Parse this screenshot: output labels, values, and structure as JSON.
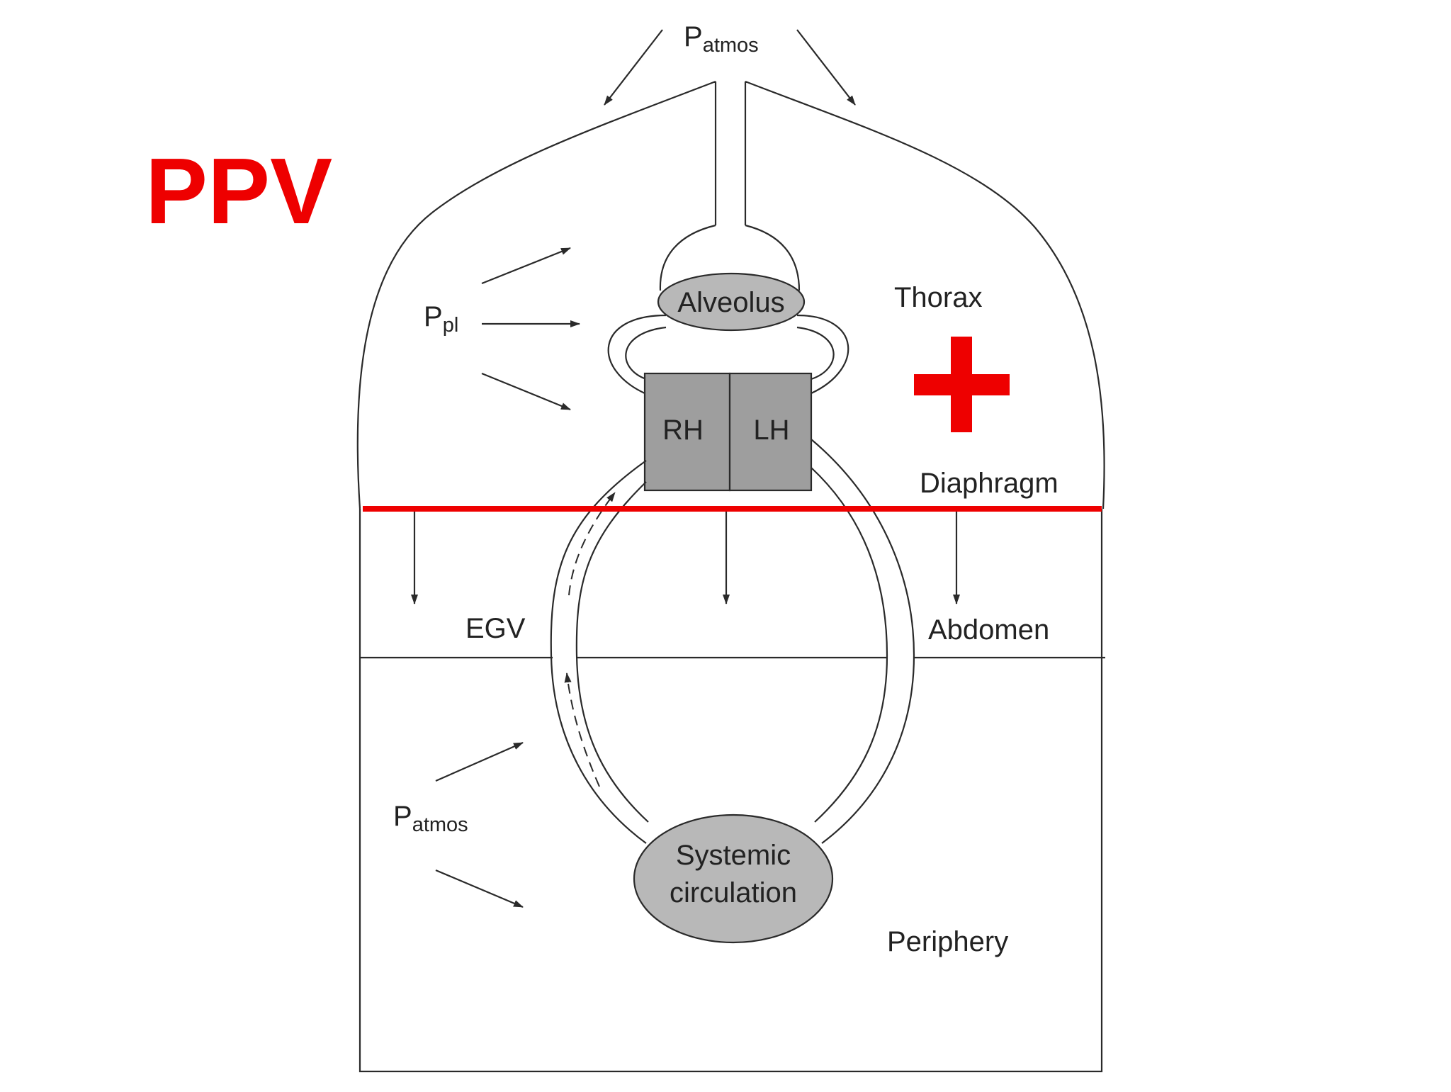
{
  "title": "PPV",
  "labels": {
    "patmos_top": {
      "base": "P",
      "sub": "atmos"
    },
    "ppl": {
      "base": "P",
      "sub": "pl"
    },
    "patmos_bottom": {
      "base": "P",
      "sub": "atmos"
    },
    "alveolus": "Alveolus",
    "thorax": "Thorax",
    "rh": "RH",
    "lh": "LH",
    "diaphragm": "Diaphragm",
    "egv": "EGV",
    "abdomen": "Abdomen",
    "systemic_line1": "Systemic",
    "systemic_line2": "circulation",
    "periphery": "Periphery"
  },
  "colors": {
    "accent_red": "#ee0000",
    "node_fill": "#b8b8b8",
    "line": "#2a2a2a"
  },
  "icons": {
    "plus": "plus-icon"
  }
}
